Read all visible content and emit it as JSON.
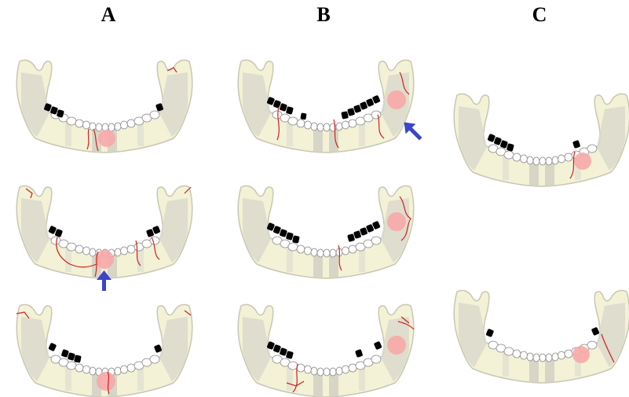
{
  "columns": [
    {
      "label": "A"
    },
    {
      "label": "B"
    },
    {
      "label": "C"
    }
  ],
  "colors": {
    "bone": "#f3f1d6",
    "bone_stroke": "#c9c7b4",
    "ramus_shade": "#d8d8cc",
    "symphysis_band": "#cfcfc2",
    "tooth_white": "#ffffff",
    "tooth_black": "#000000",
    "fracture_line": "#cc2222",
    "lesion": "#f7a8a8",
    "arrow": "#3a45c8"
  },
  "panels": [
    {
      "id": "A1",
      "lesion": "chin",
      "arrow": null
    },
    {
      "id": "A2",
      "lesion": "chin",
      "arrow": "up"
    },
    {
      "id": "A3",
      "lesion": "chin",
      "arrow": null
    },
    {
      "id": "B1",
      "lesion": "right-angle",
      "arrow": "up-left"
    },
    {
      "id": "B2",
      "lesion": "right-angle",
      "arrow": null
    },
    {
      "id": "B3",
      "lesion": "right-angle",
      "arrow": null
    },
    {
      "id": "C1",
      "lesion": "right-body",
      "arrow": null
    },
    {
      "id": "C2",
      "lesion": "right-body",
      "arrow": null
    }
  ]
}
